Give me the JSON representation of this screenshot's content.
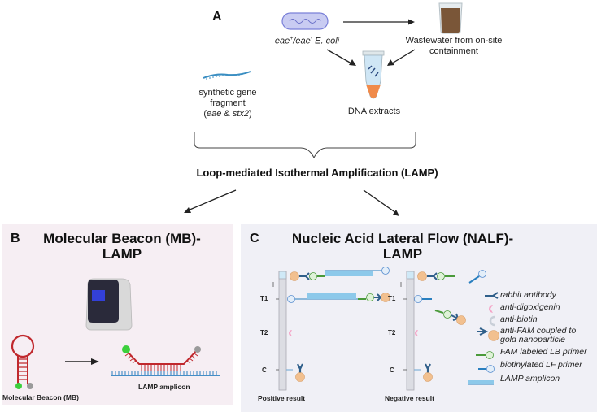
{
  "panel_a": {
    "letter": "A",
    "ecoli_label_html_parts": [
      "eae",
      "+",
      "/eae",
      "-",
      " E. coli"
    ],
    "wastewater_label": [
      "Wastewater from on-site",
      "containment"
    ],
    "gene_fragment_label": [
      "synthetic gene",
      "fragment"
    ],
    "gene_fragment_genes": {
      "open": "(",
      "gene1": "eae",
      "amp": " & ",
      "gene2": "stx2",
      "close": ")"
    },
    "dna_extracts_label": "DNA extracts",
    "lamp_title": "Loop-mediated Isothermal Amplification (LAMP)"
  },
  "panel_b": {
    "letter": "B",
    "title": [
      "Molecular Beacon (MB)-",
      "LAMP"
    ],
    "beacon_label": "Molecular Beacon (MB)",
    "amplicon_label": "LAMP amplicon"
  },
  "panel_c": {
    "letter": "C",
    "title": [
      "Nucleic Acid Lateral Flow (NALF)-",
      "LAMP"
    ],
    "strip_labels": {
      "t1": "T1",
      "t2": "T2",
      "c": "C"
    },
    "positive_label": "Positive result",
    "negative_label": "Negative result",
    "primer_tags": {
      "lb": "LB",
      "lf": "LF"
    },
    "legend": [
      {
        "icon": "rabbit-antibody-icon",
        "label": "rabbit antibody"
      },
      {
        "icon": "anti-digoxigenin-icon",
        "label": "anti-digoxigenin"
      },
      {
        "icon": "anti-biotin-icon",
        "label": "anti-biotin"
      },
      {
        "icon": "anti-fam-gold-icon",
        "label": "anti-FAM coupled to"
      },
      {
        "icon": "",
        "label": "gold nanoparticle"
      },
      {
        "icon": "fam-lb-primer-icon",
        "label": "FAM labeled LB primer"
      },
      {
        "icon": "biotin-lf-primer-icon",
        "label": "biotinylated LF primer"
      },
      {
        "icon": "lamp-amplicon-icon",
        "label": "LAMP amplicon"
      }
    ]
  },
  "colors": {
    "panel_b_bg": "#f6eef3",
    "panel_c_bg": "#f0f0f6",
    "beacon_red": "#c0282d",
    "amplicon_blue": "#4aa3d6",
    "fluor_green": "#3ccf3c",
    "quencher_gray": "#9a9a9a",
    "gold": "#f2c08f",
    "antibody_blue": "#2f5f8a",
    "lb_green": "#4a9a3a",
    "dig_pink": "#f4a6c8",
    "biotin_gray": "#c9cfd8"
  }
}
